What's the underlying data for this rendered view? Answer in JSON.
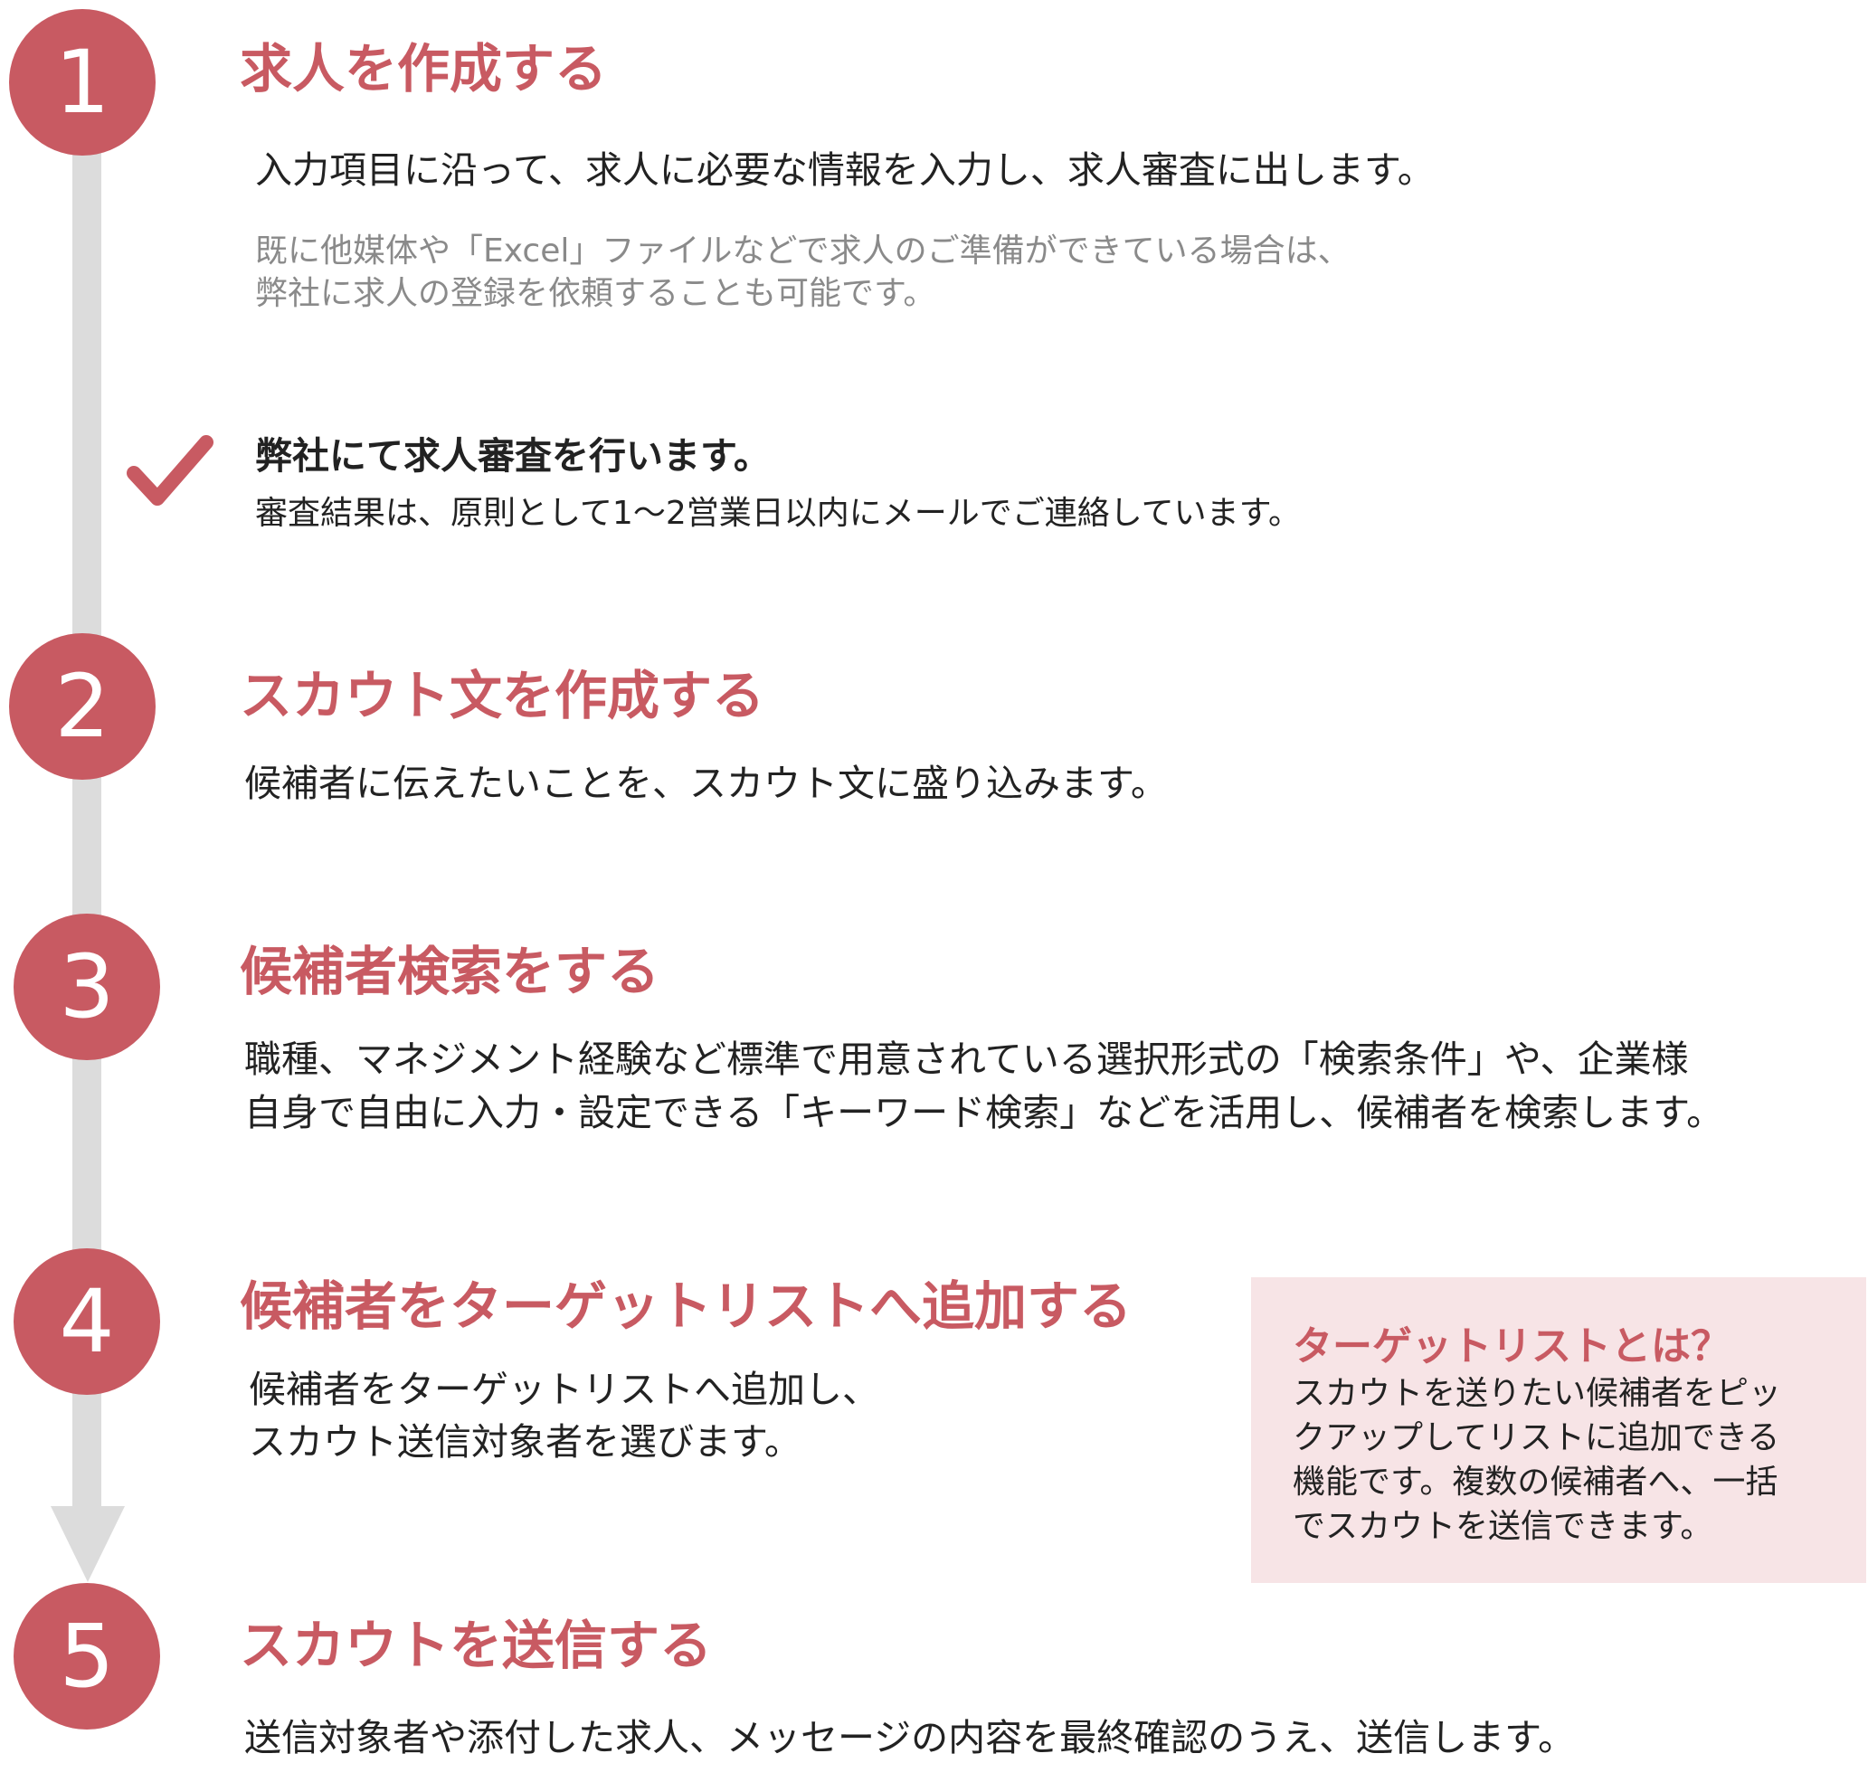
{
  "steps": [
    {
      "number": "1",
      "title": "求人を作成する",
      "body": [
        "入力項目に沿って、求人に必要な情報を入力し、求人審査に出します。"
      ],
      "note": [
        "既に他媒体や「Excel」ファイルなどで求人のご準備ができている場合は、",
        "弊社に求人の登録を依頼することも可能です。"
      ]
    },
    {
      "number": "2",
      "title": "スカウト文を作成する",
      "body": [
        "候補者に伝えたいことを、スカウト文に盛り込みます。"
      ]
    },
    {
      "number": "3",
      "title": "候補者検索をする",
      "body": [
        "職種、マネジメント経験など標準で用意されている選択形式の「検索条件」や、企業様",
        "自身で自由に入力・設定できる「キーワード検索」などを活用し、候補者を検索します。"
      ]
    },
    {
      "number": "4",
      "title": "候補者をターゲットリストへ追加する",
      "body": [
        "候補者をターゲットリストへ追加し、",
        "スカウト送信対象者を選びます。"
      ]
    },
    {
      "number": "5",
      "title": "スカウトを送信する",
      "body": [
        "送信対象者や添付した求人、メッセージの内容を最終確認のうえ、送信します。"
      ]
    }
  ],
  "review": {
    "icon": "checkmark-icon",
    "title": "弊社にて求人審査を行います。",
    "body": "審査結果は、原則として1～2営業日以内にメールでご連絡しています。"
  },
  "info_box": {
    "title": "ターゲットリストとは？",
    "lines": [
      "スカウトを送りたい候補者をピッ",
      "クアップしてリストに追加できる",
      "機能です。複数の候補者へ、一括",
      "でスカウトを送信できます。"
    ]
  },
  "colors": {
    "accent": "#c85a62",
    "rail": "#dcdcdc",
    "box_bg": "#f7e4e6",
    "note_text": "#8a8a8a"
  }
}
